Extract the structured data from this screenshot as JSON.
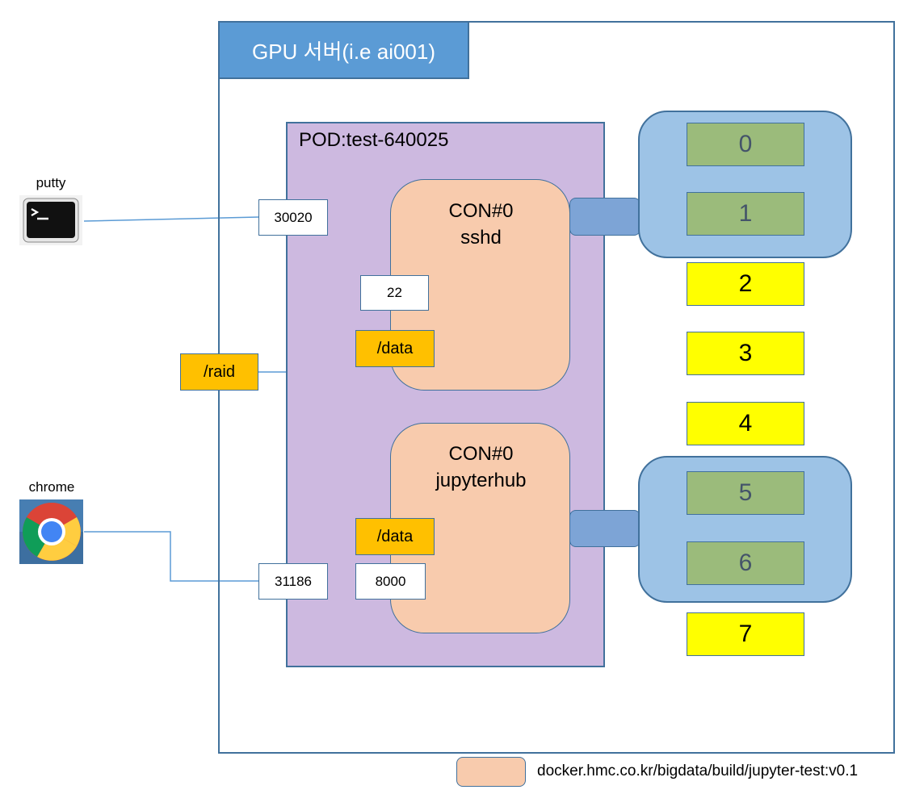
{
  "server": {
    "title": "GPU 서버(i.e ai001)"
  },
  "pod": {
    "label": "POD:test-640025"
  },
  "containers": [
    {
      "name": "CON#0",
      "service": "sshd",
      "port": "22",
      "volume": "/data"
    },
    {
      "name": "CON#0",
      "service": "jupyterhub",
      "port": "8000",
      "volume": "/data"
    }
  ],
  "node_ports": {
    "ssh": "30020",
    "http": "31186"
  },
  "host_volume": "/raid",
  "clients": {
    "putty": {
      "label": "putty",
      "icon": "terminal-icon"
    },
    "chrome": {
      "label": "chrome",
      "icon": "chrome-icon"
    }
  },
  "gpus": [
    {
      "id": "0",
      "allocated": true
    },
    {
      "id": "1",
      "allocated": true
    },
    {
      "id": "2",
      "allocated": false
    },
    {
      "id": "3",
      "allocated": false
    },
    {
      "id": "4",
      "allocated": false
    },
    {
      "id": "5",
      "allocated": true
    },
    {
      "id": "6",
      "allocated": true
    },
    {
      "id": "7",
      "allocated": false
    }
  ],
  "legend": {
    "text": "docker.hmc.co.kr/bigdata/build/jupyter-test:v0.1"
  },
  "colors": {
    "server_title": "#5b9bd5",
    "pod": "#cdb9e0",
    "container": "#f8cbad",
    "volume": "#ffc000",
    "gpu_allocated": "#9bbb7b",
    "gpu_free": "#ffff00",
    "gpu_group": "#9dc3e6",
    "line": "#5b9bd5"
  }
}
